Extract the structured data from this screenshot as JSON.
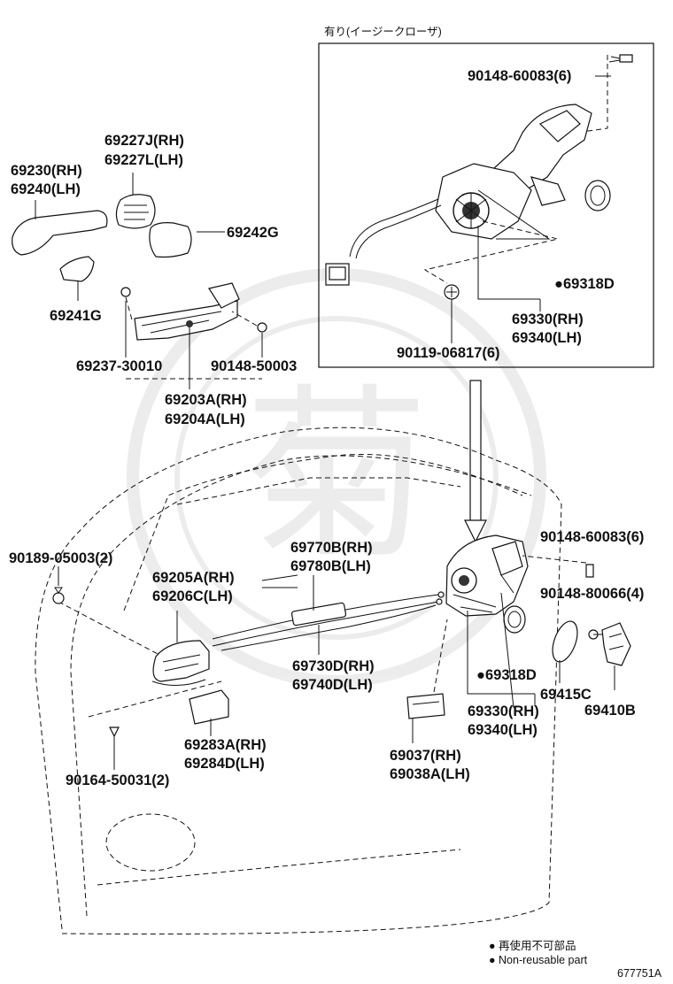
{
  "inset": {
    "title": "有り(イージークローザ)",
    "labels": {
      "screw_top": "90148-60083(6)",
      "dot_part": "●69318D",
      "lock_rh": "69330(RH)",
      "lock_lh": "69340(LH)",
      "bolt_bottom": "90119-06817(6)"
    }
  },
  "labels": {
    "cover_rh": "69227J(RH)",
    "cover_lh": "69227L(LH)",
    "handle_rh": "69230(RH)",
    "handle_lh": "69240(LH)",
    "pad_242": "69242G",
    "pad_241": "69241G",
    "frame_clip": "69237-30010",
    "frame_screw": "90148-50003",
    "frame_rh": "69203A(RH)",
    "frame_lh": "69204A(LH)",
    "cable_rh": "69770B(RH)",
    "cable_lh": "69780B(LH)",
    "screw_90189": "90189-05003(2)",
    "inner_rh": "69205A(RH)",
    "inner_lh": "69206C(LH)",
    "screw_60083": "90148-60083(6)",
    "screw_80066": "90148-80066(4)",
    "rod_rh": "69730D(RH)",
    "rod_lh": "69740D(LH)",
    "dot_part": "●69318D",
    "pad_415": "69415C",
    "striker": "69410B",
    "lock_rh": "69330(RH)",
    "lock_lh": "69340(LH)",
    "bezel_rh": "69283A(RH)",
    "bezel_lh": "69284D(LH)",
    "guide_rh": "69037(RH)",
    "guide_lh": "69038A(LH)",
    "screw_50031": "90164-50031(2)"
  },
  "legend": {
    "jp": "● 再使用不可部品",
    "en": "● Non-reusable part"
  },
  "figure_id": "677751A",
  "watermark": "菊"
}
